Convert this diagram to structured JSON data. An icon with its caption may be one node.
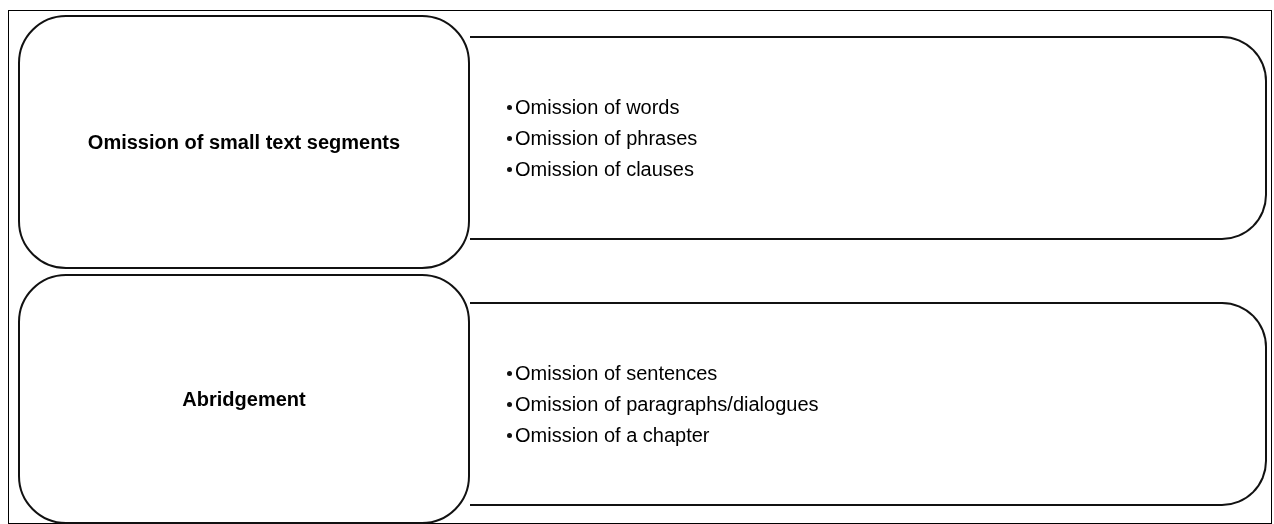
{
  "diagram": {
    "nodes": [
      {
        "text": [
          "Omission of small text segments"
        ]
      },
      {
        "text": [
          "Omission of words",
          "Omission of phrases",
          "Omission of clauses"
        ]
      },
      {
        "text": [
          "Abridgement"
        ]
      },
      {
        "text": [
          "Omission of sentences",
          "Omission of paragraphs/dialogues",
          "Omission of a chapter"
        ]
      }
    ]
  }
}
